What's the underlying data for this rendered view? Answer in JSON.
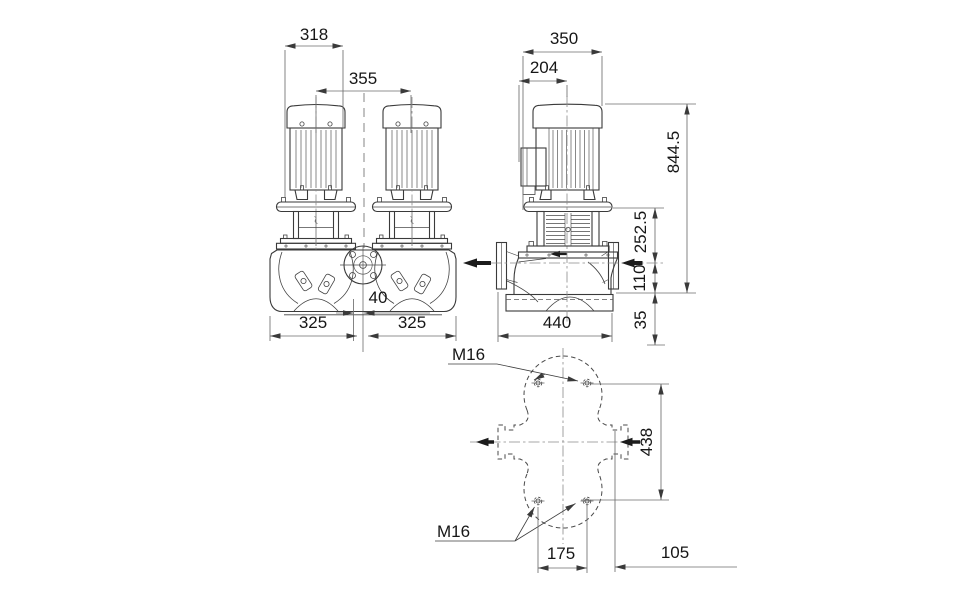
{
  "front_view": {
    "dims": {
      "motor_width": "318",
      "motor_pitch": "355",
      "port_offset": "40",
      "left_half_width": "325",
      "right_half_width": "325"
    }
  },
  "side_view": {
    "dims": {
      "depth": "350",
      "terminal_box_offset": "204",
      "overall_height": "844.5",
      "head_height": "252.5",
      "port_center_height": "110",
      "base_height": "35",
      "base_length": "440"
    }
  },
  "plan_view": {
    "thread_labels": {
      "top": "M16",
      "bottom": "M16"
    },
    "dims": {
      "bolt_span": "438",
      "bolt_pitch": "175",
      "side_clearance": "105"
    }
  },
  "colors": {
    "background": "#ffffff",
    "outline": "#3a3a3a",
    "dimension_line": "#6e6e6e",
    "centerline": "#8a8a8a",
    "text": "#161616",
    "flow_arrow": "#1c1c1c"
  }
}
